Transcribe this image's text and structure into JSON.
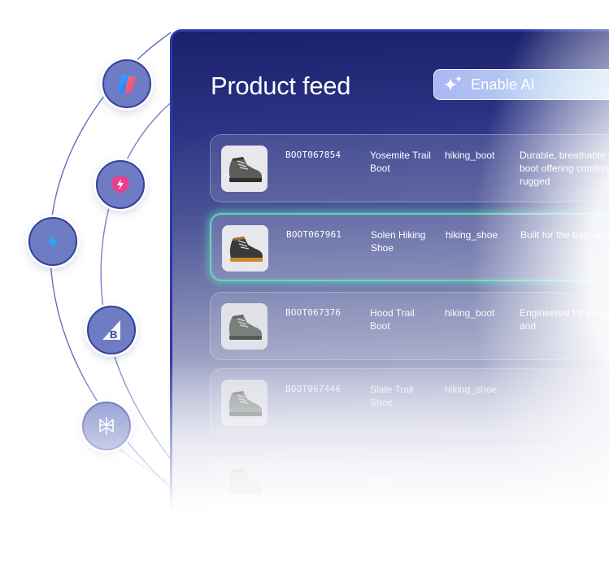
{
  "panel": {
    "title": "Product feed",
    "enable_ai_label": "Enable AI"
  },
  "integrations": [
    {
      "name": "copilot-icon"
    },
    {
      "name": "lightning-badge-icon"
    },
    {
      "name": "sparkle-icon"
    },
    {
      "name": "bigcommerce-icon"
    },
    {
      "name": "perplexity-icon"
    }
  ],
  "products": [
    {
      "sku": "BOOT067854",
      "name": "Yosemite Trail Boot",
      "category": "hiking_boot",
      "description": "Durable, breathable hiking boot offering comfort on rugged",
      "shoe_color": "#5e5c58",
      "accent": "#2f2e2c"
    },
    {
      "sku": "BOOT067961",
      "name": "Solen Hiking Shoe",
      "category": "hiking_shoe",
      "description": "Built for the trail, waterproof",
      "shoe_color": "#3a3a3c",
      "accent": "#c88a2c"
    },
    {
      "sku": "BOOT067376",
      "name": "Hood Trail Boot",
      "category": "hiking_boot",
      "description": "Engineered for trail comfort and",
      "shoe_color": "#7a8079",
      "accent": "#51574f"
    },
    {
      "sku": "BOOT067446",
      "name": "Slate Trail Shoe",
      "category": "hiking_shoe",
      "description": "",
      "shoe_color": "#8f948f",
      "accent": "#6a6f6a"
    },
    {
      "sku": "BOOT067657",
      "name": "Stone Trail Boot",
      "category": "",
      "description": "",
      "shoe_color": "#b8a899",
      "accent": "#9a8a7b"
    }
  ],
  "colors": {
    "panel_top": "#1a206a",
    "node_fill": "#6e7cc4",
    "node_border": "#34419b",
    "selected_glow": "#5fe1b9"
  }
}
